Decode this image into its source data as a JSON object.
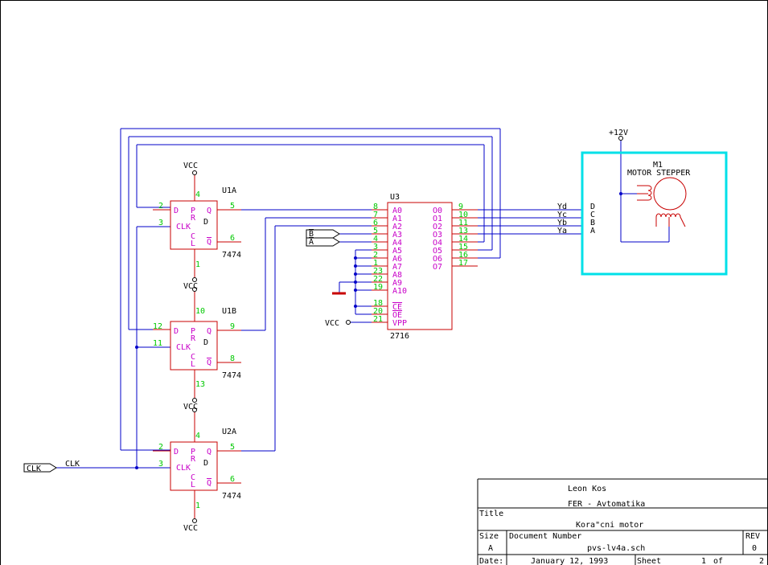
{
  "chips": {
    "u1a": {
      "ref": "U1A",
      "part": "7474",
      "pins": {
        "d": "2",
        "clk": "3",
        "pr": "4",
        "q": "5",
        "qn": "6",
        "cl": "1"
      }
    },
    "u1b": {
      "ref": "U1B",
      "part": "7474",
      "pins": {
        "d": "12",
        "clk": "11",
        "pr": "10",
        "q": "9",
        "qn": "8",
        "cl": "13"
      }
    },
    "u2a": {
      "ref": "U2A",
      "part": "7474",
      "pins": {
        "d": "2",
        "clk": "3",
        "pr": "4",
        "q": "5",
        "qn": "6",
        "cl": "1"
      }
    },
    "ff_labels": {
      "d": "D",
      "clk": "CLK",
      "pr1": "P",
      "pr2": "R",
      "cl1": "C",
      "cl2": "L",
      "q": "Q",
      "qn": "Q",
      "center": "D"
    },
    "u3": {
      "ref": "U3",
      "part": "2716",
      "left_pins": [
        {
          "num": "8",
          "name": "A0"
        },
        {
          "num": "7",
          "name": "A1"
        },
        {
          "num": "6",
          "name": "A2"
        },
        {
          "num": "5",
          "name": "A3"
        },
        {
          "num": "4",
          "name": "A4"
        },
        {
          "num": "3",
          "name": "A5"
        },
        {
          "num": "2",
          "name": "A6"
        },
        {
          "num": "1",
          "name": "A7"
        },
        {
          "num": "23",
          "name": "A8"
        },
        {
          "num": "22",
          "name": "A9"
        },
        {
          "num": "19",
          "name": "A10"
        }
      ],
      "ctrl_pins": [
        {
          "num": "18",
          "name": "CE"
        },
        {
          "num": "20",
          "name": "OE"
        },
        {
          "num": "21",
          "name": "VPP"
        }
      ],
      "right_pins": [
        {
          "num": "9",
          "name": "O0"
        },
        {
          "num": "10",
          "name": "O1"
        },
        {
          "num": "11",
          "name": "O2"
        },
        {
          "num": "13",
          "name": "O3"
        },
        {
          "num": "14",
          "name": "O4"
        },
        {
          "num": "15",
          "name": "O5"
        },
        {
          "num": "16",
          "name": "O6"
        },
        {
          "num": "17",
          "name": "O7"
        }
      ]
    }
  },
  "power": {
    "vcc": "VCC",
    "v12": "+12V"
  },
  "nets": {
    "clk_port": "CLK",
    "clk_net": "CLK",
    "b_port": "B",
    "a_port": "A",
    "yd": "Yd",
    "yc": "Yc",
    "yb": "Yb",
    "ya": "Ya"
  },
  "motor": {
    "ref": "M1",
    "name": "MOTOR STEPPER",
    "pins": [
      "D",
      "C",
      "B",
      "A"
    ]
  },
  "title_block": {
    "author": "Leon Kos",
    "org": "FER - Avtomatika",
    "title_label": "Title",
    "title": "Kora\"cni motor",
    "size_label": "Size",
    "size": "A",
    "docnum_label": "Document Number",
    "docnum": "pvs-lv4a.sch",
    "rev_label": "REV",
    "rev": "0",
    "date_label": "Date:",
    "date": "January 12, 1993",
    "sheet_label": "Sheet",
    "sheet": "1",
    "of_label": "of",
    "sheets": "2"
  },
  "colors": {
    "wire": "#0000c8",
    "component": "#c80000",
    "pin_number": "#00c800",
    "pin_name": "#c800c8",
    "label": "#000000",
    "module_border": "#00e0e8"
  }
}
